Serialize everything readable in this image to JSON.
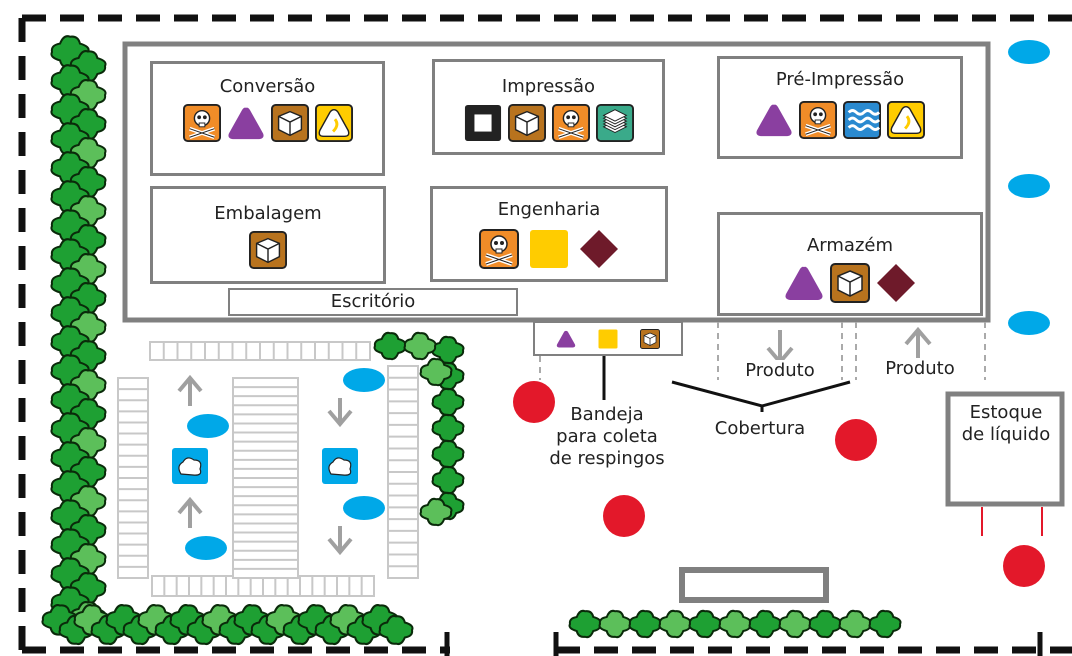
{
  "departments": {
    "conversao": "Conversão",
    "impressao": "Impressão",
    "pre_impressao": "Pré-Impressão",
    "embalagem": "Embalagem",
    "engenharia": "Engenharia",
    "armazem": "Armazém",
    "escritorio": "Escritório"
  },
  "labels": {
    "bandeja": [
      "Bandeja",
      "para coleta",
      "de respingos"
    ],
    "cobertura": "Cobertura",
    "produto_out": "Produto",
    "produto_in": "Produto",
    "estoque": [
      "Estoque",
      "de líquido"
    ]
  },
  "colors": {
    "outline": "#808080",
    "toxic_orange": "#f08c28",
    "purple": "#8a3fa0",
    "package_brown": "#b8731e",
    "yellow": "#ffcc00",
    "dark_red": "#6e1a2a",
    "black": "#222222",
    "teal": "#3aaa8a",
    "water_blue": "#2a8ad0",
    "drum_blue": "#00a8e8",
    "red_point": "#e3182a",
    "hedge_green": "#1ea033"
  },
  "icons": {
    "conversao": [
      "toxic-icon",
      "flammable-icon",
      "package-icon",
      "oxidizer-icon"
    ],
    "impressao": [
      "ink-icon",
      "package-icon",
      "toxic-icon",
      "paper-stack-icon"
    ],
    "pre_impressao": [
      "flammable-icon",
      "toxic-icon",
      "water-hazard-icon",
      "oxidizer-icon"
    ],
    "embalagem": [
      "package-icon"
    ],
    "engenharia": [
      "toxic-icon",
      "yellow-square-icon",
      "corrosive-diamond-icon"
    ],
    "armazem": [
      "flammable-icon",
      "package-icon",
      "corrosive-diamond-icon"
    ],
    "bandeja": [
      "flammable-icon",
      "yellow-square-icon",
      "package-icon"
    ]
  }
}
